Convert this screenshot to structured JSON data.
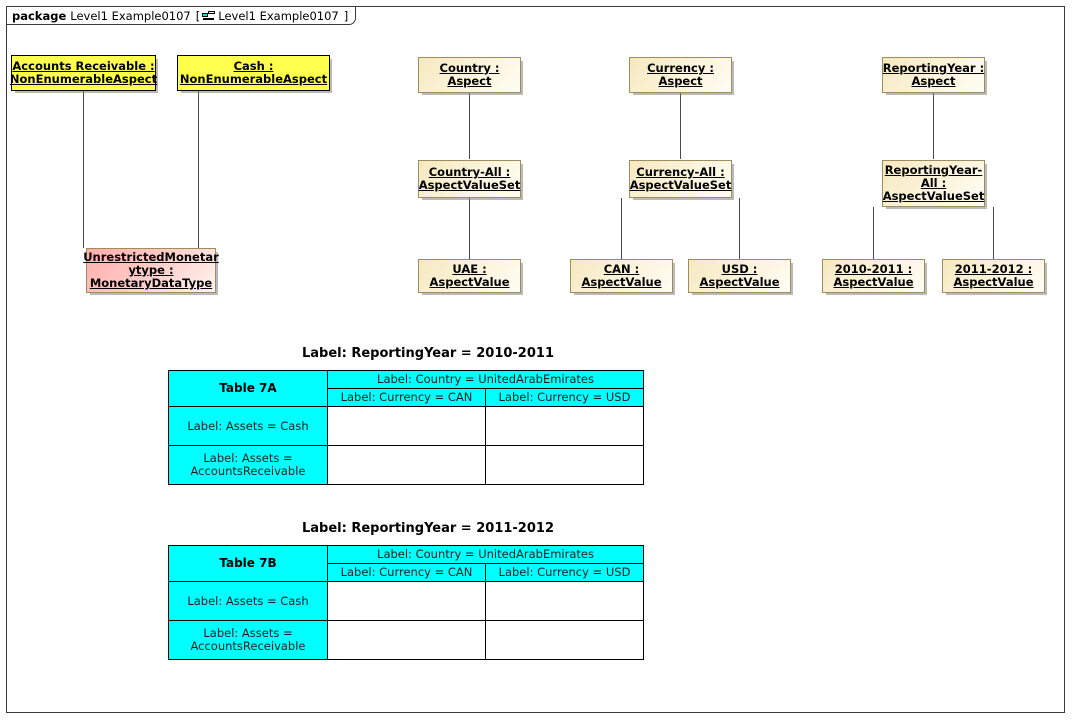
{
  "frame": {
    "keyword": "package",
    "name": "Level1 Example0107",
    "bracket_open": "[",
    "bracket_close": "]",
    "diagram_name": "Level1 Example0107",
    "icon": "package-diagram-icon"
  },
  "colors": {
    "aspect_fill": "#faf0d2",
    "nonenumerable_fill": "#ffff4d",
    "datatype_fill": "#ffc9c4",
    "table_header_fill": "#00ffff",
    "line": "#4a4a52",
    "frame_border": "#3a3a3a"
  },
  "nodes": [
    {
      "id": "accounts-receivable",
      "line1": "Accounts Receivable :",
      "line2": "NonEnumerableAspect",
      "line3": "",
      "kind": "yellow"
    },
    {
      "id": "cash",
      "line1": "Cash :",
      "line2": "NonEnumerableAspect",
      "line3": "",
      "kind": "yellow"
    },
    {
      "id": "country-aspect",
      "line1": "Country :",
      "line2": "Aspect",
      "line3": "",
      "kind": "aspect"
    },
    {
      "id": "currency-aspect",
      "line1": "Currency :",
      "line2": "Aspect",
      "line3": "",
      "kind": "aspect"
    },
    {
      "id": "reportingyear-aspect",
      "line1": "ReportingYear :",
      "line2": "Aspect",
      "line3": "",
      "kind": "aspect"
    },
    {
      "id": "country-all",
      "line1": "Country-All :",
      "line2": "AspectValueSet",
      "line3": "",
      "kind": "aspect"
    },
    {
      "id": "currency-all",
      "line1": "Currency-All :",
      "line2": "AspectValueSet",
      "line3": "",
      "kind": "aspect"
    },
    {
      "id": "reportingyear-all",
      "line1": "ReportingYear-",
      "line2": "All :",
      "line3": "AspectValueSet",
      "kind": "aspect"
    },
    {
      "id": "uae",
      "line1": "UAE :",
      "line2": "AspectValue",
      "line3": "",
      "kind": "aspect"
    },
    {
      "id": "can",
      "line1": "CAN :",
      "line2": "AspectValue",
      "line3": "",
      "kind": "aspect"
    },
    {
      "id": "usd",
      "line1": "USD :",
      "line2": "AspectValue",
      "line3": "",
      "kind": "aspect"
    },
    {
      "id": "year-2010-2011",
      "line1": "2010-2011 :",
      "line2": "AspectValue",
      "line3": "",
      "kind": "aspect"
    },
    {
      "id": "year-2011-2012",
      "line1": "2011-2012 :",
      "line2": "AspectValue",
      "line3": "",
      "kind": "aspect"
    },
    {
      "id": "unrestricted-monetary",
      "line1": "UnrestrictedMonetar",
      "line2": "ytype :",
      "line3": "MonetaryDataType",
      "kind": "pink"
    }
  ],
  "tables": [
    {
      "id": "table-7a",
      "title": "Label: ReportingYear = 2010-2011",
      "corner": "Table 7A",
      "country_header": "Label: Country = UnitedArabEmirates",
      "currency_headers": [
        "Label: Currency = CAN",
        "Label: Currency = USD"
      ],
      "row_headers": [
        "Label: Assets = Cash",
        "Label: Assets = AccountsReceivable"
      ],
      "cells": [
        [
          "",
          ""
        ],
        [
          "",
          ""
        ]
      ]
    },
    {
      "id": "table-7b",
      "title": "Label: ReportingYear = 2011-2012",
      "corner": "Table 7B",
      "country_header": "Label: Country = UnitedArabEmirates",
      "currency_headers": [
        "Label: Currency = CAN",
        "Label: Currency = USD"
      ],
      "row_headers": [
        "Label: Assets = Cash",
        "Label: Assets = AccountsReceivable"
      ],
      "cells": [
        [
          "",
          ""
        ],
        [
          "",
          ""
        ]
      ]
    }
  ]
}
